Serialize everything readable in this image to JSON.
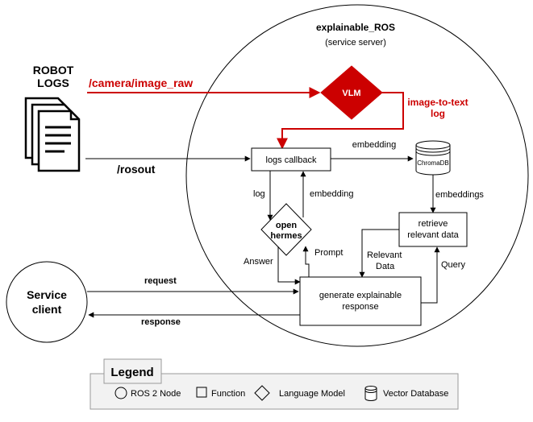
{
  "server": {
    "title": "explainable_ROS",
    "subtitle": "(service server)"
  },
  "robot_logs": {
    "line1": "ROBOT",
    "line2": "LOGS"
  },
  "topics": {
    "camera": "/camera/image_raw",
    "rosout": "/rosout"
  },
  "nodes": {
    "vlm": "VLM",
    "logs_callback": "logs callback",
    "chromadb": "ChromaDB",
    "open_hermes_line1": "open",
    "open_hermes_line2": "hermes",
    "retrieve_line1": "retrieve",
    "retrieve_line2": "relevant data",
    "generate_line1": "generate explainable",
    "generate_line2": "response",
    "service_client_line1": "Service",
    "service_client_line2": "client"
  },
  "edges": {
    "image_to_text_line1": "image-to-text",
    "image_to_text_line2": "log",
    "embedding_top": "embedding",
    "log": "log",
    "embedding_side": "embedding",
    "embeddings": "embeddings",
    "answer": "Answer",
    "prompt": "Prompt",
    "relevant_line1": "Relevant",
    "relevant_line2": "Data",
    "query": "Query",
    "request": "request",
    "response": "response"
  },
  "legend": {
    "title": "Legend",
    "ros2_node": "ROS 2 Node",
    "function": "Function",
    "language_model": "Language Model",
    "vector_database": "Vector Database"
  },
  "colors": {
    "accent_red": "#cc0000",
    "line": "#000000",
    "legend_bg": "#f2f2f2"
  }
}
